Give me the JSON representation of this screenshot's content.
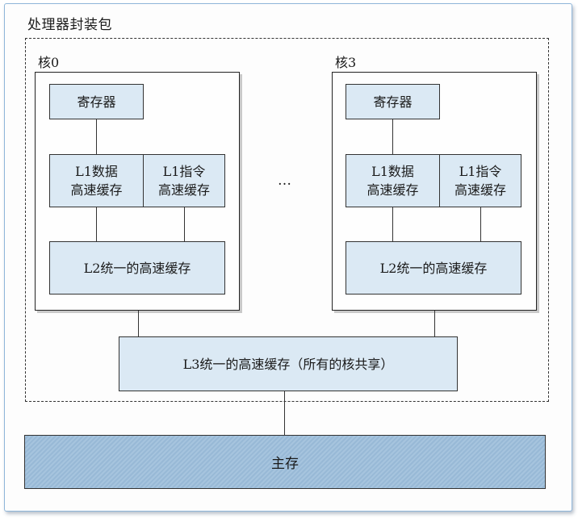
{
  "title": "处理器封装包",
  "cores": [
    {
      "label": "核0",
      "registers": "寄存器",
      "l1_data": "L1数据\n高速缓存",
      "l1_instr": "L1指令\n高速缓存",
      "l2": "L2统一的高速缓存"
    },
    {
      "label": "核3",
      "registers": "寄存器",
      "l1_data": "L1数据\n高速缓存",
      "l1_instr": "L1指令\n高速缓存",
      "l2": "L2统一的高速缓存"
    }
  ],
  "ellipsis": "…",
  "l3": "L3统一的高速缓存（所有的核共享）",
  "main_memory": "主存",
  "colors": {
    "cache_fill": "#dbe9f4",
    "memory_fill": "#a6c4de",
    "border": "#333333"
  }
}
